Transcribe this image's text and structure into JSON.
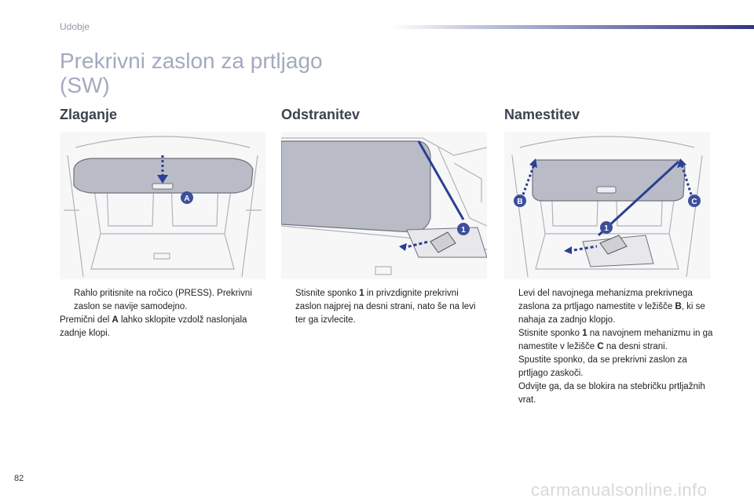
{
  "header": {
    "section": "Udobje",
    "title_line1": "Prekrivni zaslon za prtljago",
    "title_line2": "(SW)"
  },
  "columns": [
    {
      "heading": "Zlaganje",
      "figure_labels": [
        "A"
      ],
      "items": [
        {
          "type": "bullet",
          "parts": [
            "Rahlo pritisnite na ročico (PRESS). Prekrivni zaslon se navije samodejno."
          ]
        },
        {
          "type": "plain",
          "pre": "Premični del ",
          "bold": "A",
          "post": " lahko sklopite vzdolž naslonjala zadnje klopi."
        }
      ]
    },
    {
      "heading": "Odstranitev",
      "figure_labels": [
        "1"
      ],
      "items": [
        {
          "type": "bullet",
          "pre": "Stisnite sponko ",
          "bold": "1",
          "post": " in privzdignite prekrivni zaslon najprej na desni strani, nato še na levi ter ga izvlecite."
        }
      ]
    },
    {
      "heading": "Namestitev",
      "figure_labels": [
        "B",
        "C",
        "1"
      ],
      "items": [
        {
          "type": "bullet",
          "pre": "Levi del navojnega mehanizma prekrivnega zaslona za prtljago namestite v ležišče ",
          "bold": "B",
          "post": ", ki se nahaja za zadnjo klopjo."
        },
        {
          "type": "bullet",
          "pre": "Stisnite sponko ",
          "bold": "1",
          "post": " na navojnem mehanizmu in ga namestite v ležišče ",
          "bold2": "C",
          "post2": " na desni strani."
        },
        {
          "type": "bullet",
          "pre": "Spustite sponko, da se prekrivni zaslon za prtljago zaskoči."
        },
        {
          "type": "bullet",
          "pre": "Odvijte ga, da se blokira na stebričku prtljažnih vrat."
        }
      ]
    }
  ],
  "bullet_glyph": "",
  "footer": {
    "page_number": "82",
    "watermark": "carmanualsonline.info"
  },
  "colors": {
    "title": "#a3aac0",
    "heading": "#3c4350",
    "badge": "#3d4f9c",
    "arrow": "#2a3f95",
    "cover": "#b9bcc6"
  }
}
